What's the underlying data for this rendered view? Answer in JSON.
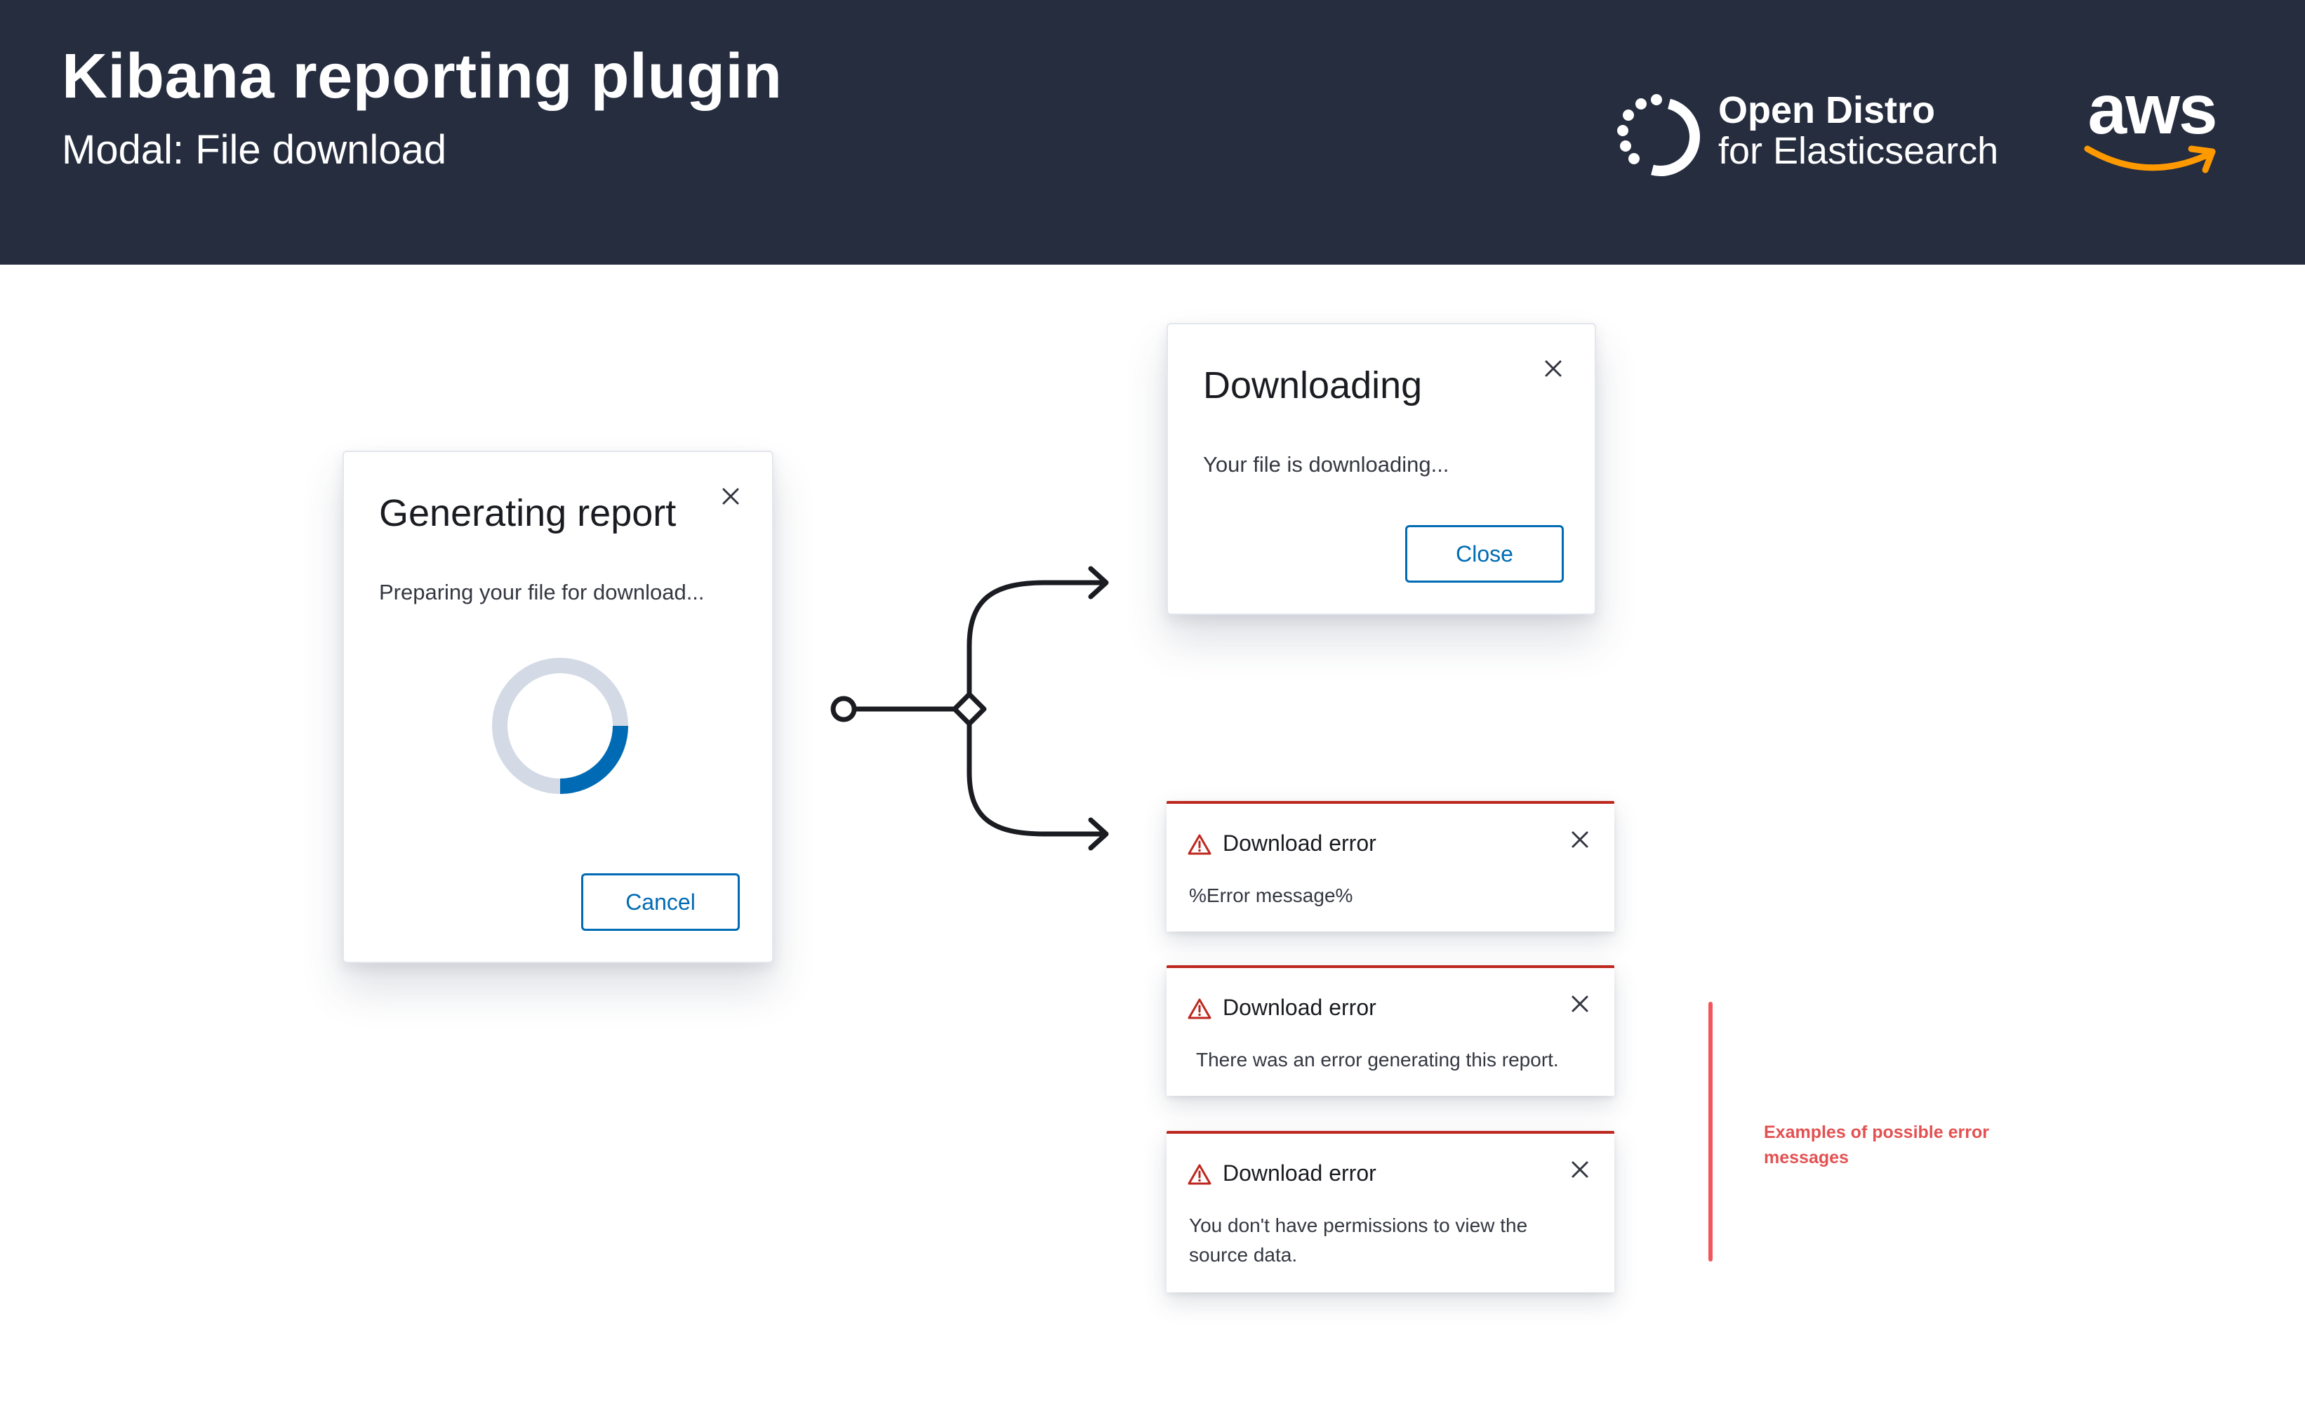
{
  "header": {
    "title": "Kibana reporting plugin",
    "subtitle": "Modal: File download",
    "od_logo_line1": "Open Distro",
    "od_logo_line2": "for Elasticsearch",
    "aws_logo": "aws"
  },
  "colors": {
    "header_bg": "#252d3f",
    "primary": "#006bb4",
    "danger": "#bd271e",
    "annotation": "#e35152",
    "aws_orange": "#ff9900"
  },
  "generating_modal": {
    "title": "Generating report",
    "body": "Preparing your file for download...",
    "cancel_label": "Cancel",
    "close_icon": "close-icon",
    "progress": 0.25
  },
  "downloading_modal": {
    "title": "Downloading",
    "body": "Your file is downloading...",
    "close_label": "Close",
    "close_icon": "close-icon"
  },
  "error_toasts": [
    {
      "title": "Download error",
      "message": "%Error message%",
      "icon": "warning-icon"
    },
    {
      "title": "Download error",
      "message": "There was an error generating this report.",
      "icon": "warning-icon"
    },
    {
      "title": "Download error",
      "message": "You don't have permissions to view the source data.",
      "icon": "warning-icon"
    }
  ],
  "annotation": "Examples of possible error messages"
}
